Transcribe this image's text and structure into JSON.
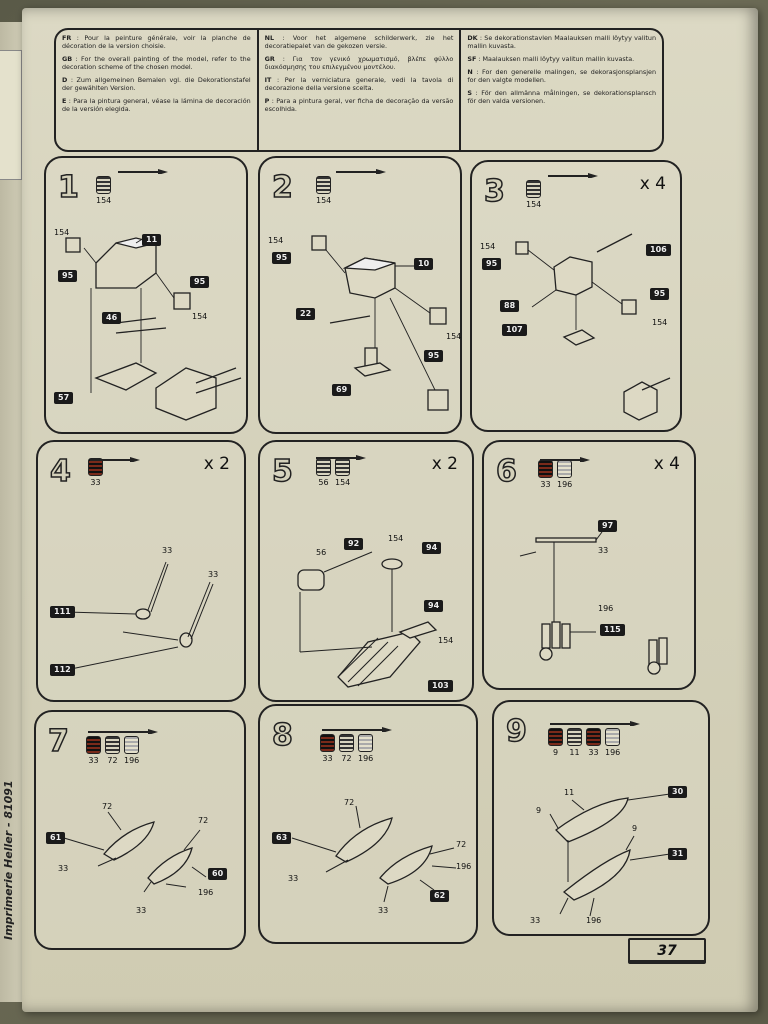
{
  "header": {
    "col1": [
      {
        "code": "FR",
        "text": ": Pour la peinture générale, voir la planche de décoration de la version choisie."
      },
      {
        "code": "GB",
        "text": ": For the overall painting of the model, refer to the decoration scheme of the chosen model."
      },
      {
        "code": "D",
        "text": ": Zum allgemeinen Bemalen vgl. die Dekorationstafel der gewählten Version."
      },
      {
        "code": "E",
        "text": ": Para la pintura general, véase la lámina de decoración de la versión elegida."
      }
    ],
    "col2": [
      {
        "code": "NL",
        "text": ": Voor het algemene schilderwerk, zie het decoratiepalet van de gekozen versie."
      },
      {
        "code": "GR",
        "text": ": Για τον γενικό χρωματισμό, βλέπε φύλλο διακόσμησης του επιλεγμένου μοντέλου."
      },
      {
        "code": "IT",
        "text": ": Per la verniciatura generale, vedi la tavola di decorazione della versione scelta."
      },
      {
        "code": "P",
        "text": ": Para a pintura geral, ver ficha de decoração da versão escolhida."
      }
    ],
    "col3": [
      {
        "code": "DK",
        "text": ": Se dekorationstavlen Maalauksen malli löytyy valitun mallin kuvasta."
      },
      {
        "code": "SF",
        "text": ": Maalauksen malli löytyy valitun mallin kuvasta."
      },
      {
        "code": "N",
        "text": ": For den generelle malingen, se dekorasjonsplansjen for den valgte modellen."
      },
      {
        "code": "S",
        "text": ": För den allmänna målningen, se dekorationsplansch för den valda versionen."
      }
    ]
  },
  "side_text": [
    "Imprimerie Heller - 81091",
    "Imprimerie Heller - 81091"
  ],
  "page_number": "37",
  "steps": [
    {
      "num": "1",
      "mult": "",
      "paints": [
        "154"
      ],
      "tags": [
        "11",
        "95",
        "95",
        "46",
        "57"
      ],
      "labels": [
        "154",
        "154"
      ]
    },
    {
      "num": "2",
      "mult": "",
      "paints": [
        "154"
      ],
      "tags": [
        "10",
        "95",
        "22",
        "95",
        "69"
      ],
      "labels": [
        "154",
        "154"
      ]
    },
    {
      "num": "3",
      "mult": "x 4",
      "paints": [
        "154"
      ],
      "tags": [
        "106",
        "95",
        "88",
        "95",
        "107"
      ],
      "labels": [
        "154",
        "154"
      ]
    },
    {
      "num": "4",
      "mult": "x 2",
      "paints": [
        "33"
      ],
      "tags": [
        "111",
        "112"
      ],
      "labels": [
        "33",
        "33"
      ]
    },
    {
      "num": "5",
      "mult": "x 2",
      "paints": [
        "56",
        "154"
      ],
      "tags": [
        "92",
        "94",
        "94",
        "103"
      ],
      "labels": [
        "56",
        "154",
        "154"
      ]
    },
    {
      "num": "6",
      "mult": "x 4",
      "paints": [
        "33",
        "196"
      ],
      "tags": [
        "97",
        "115"
      ],
      "labels": [
        "33",
        "196"
      ]
    },
    {
      "num": "7",
      "mult": "",
      "paints": [
        "33",
        "72",
        "196"
      ],
      "tags": [
        "61",
        "60"
      ],
      "labels": [
        "72",
        "72",
        "33",
        "196",
        "33"
      ]
    },
    {
      "num": "8",
      "mult": "",
      "paints": [
        "33",
        "72",
        "196"
      ],
      "tags": [
        "63",
        "62"
      ],
      "labels": [
        "72",
        "72",
        "196",
        "33",
        "33"
      ]
    },
    {
      "num": "9",
      "mult": "",
      "paints": [
        "9",
        "11",
        "33",
        "196"
      ],
      "tags": [
        "30",
        "31"
      ],
      "labels": [
        "11",
        "9",
        "9",
        "33",
        "196"
      ]
    }
  ]
}
